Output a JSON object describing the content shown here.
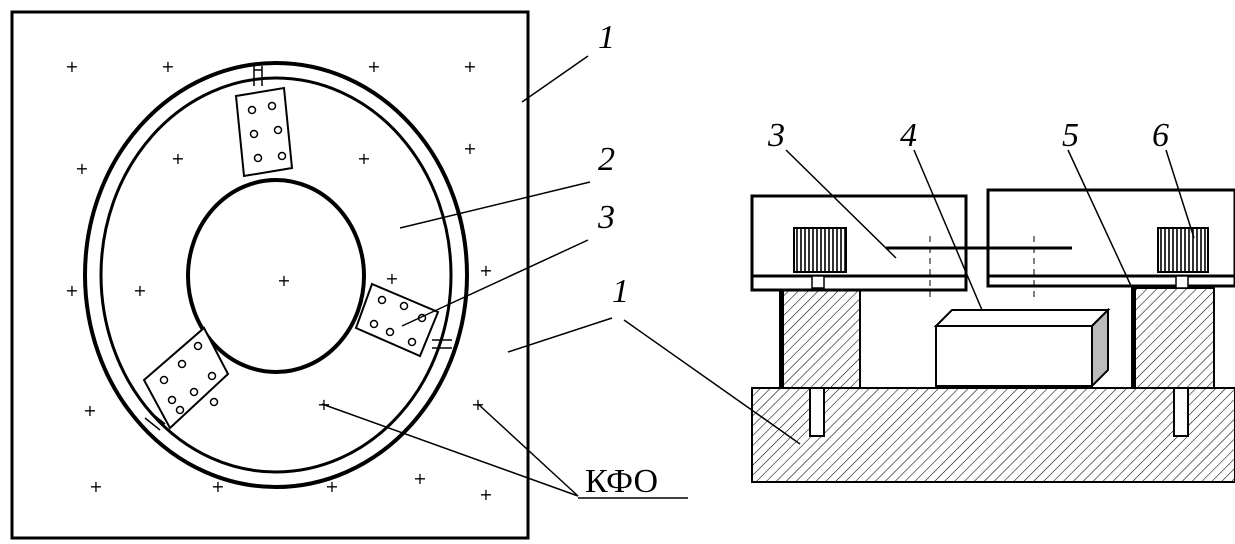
{
  "labels": {
    "left_1_top": "1",
    "left_2": "2",
    "left_3": "3",
    "left_1_mid": "1",
    "kfo": "КФО",
    "right_3": "3",
    "right_4": "4",
    "right_5": "5",
    "right_6": "6"
  },
  "colors": {
    "ink": "#000000",
    "paper": "#ffffff",
    "hatch": "#000000"
  }
}
